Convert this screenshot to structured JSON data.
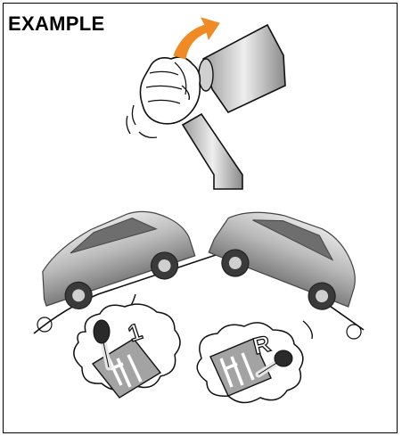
{
  "figure": {
    "label": "EXAMPLE",
    "colors": {
      "arrow": "#f08a24",
      "car_body": "#b9b9b9",
      "car_dark": "#6e6e6e",
      "gear_panel": "#a3a3a3",
      "line": "#111111"
    },
    "icons": [
      "hand-on-handbrake-icon",
      "release-arrow-icon",
      "car-uphill-icon",
      "car-downhill-icon",
      "gear-first-icon",
      "gear-reverse-icon"
    ],
    "gear_uphill_symbol": "1",
    "gear_downhill_symbol": "R"
  }
}
